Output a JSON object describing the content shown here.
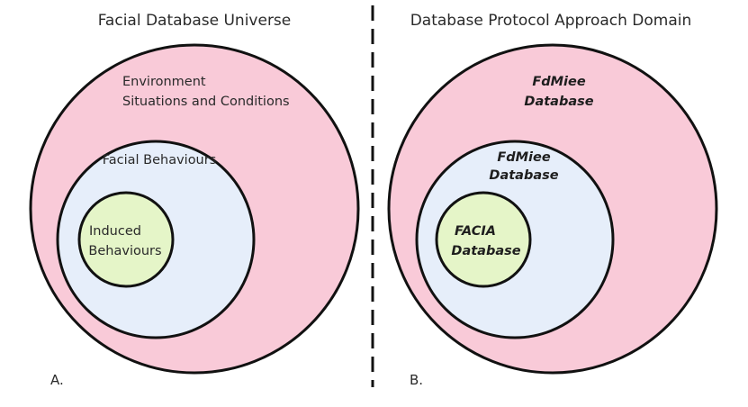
{
  "panel_a": {
    "title": "Facial Database Universe",
    "outer_label": [
      "Environment",
      "Situations and Conditions"
    ],
    "middle_label": "Facial Behaviours",
    "inner_label": [
      "Induced",
      "Behaviours"
    ],
    "corner_label": "A."
  },
  "panel_b": {
    "title": "Database Protocol Approach Domain",
    "outer_label": [
      "FdMiee",
      "Database"
    ],
    "middle_label": [
      "FdMiee",
      "Database"
    ],
    "inner_label": [
      "FACIA",
      "Database"
    ],
    "corner_label": "B."
  },
  "colors": {
    "outer_fill": "#f9cad8",
    "middle_fill": "#e6eefa",
    "inner_fill": "#e5f5c8",
    "stroke": "#111111"
  }
}
